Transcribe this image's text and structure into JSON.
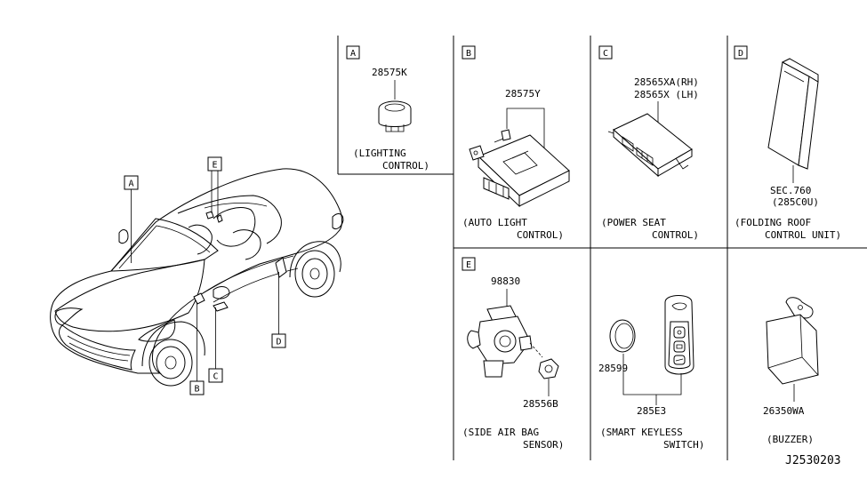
{
  "letters": {
    "a": "A",
    "b": "B",
    "c": "C",
    "d": "D",
    "e": "E"
  },
  "panel_a": {
    "part": "28575K",
    "caption_1": "(LIGHTING",
    "caption_2": "CONTROL)"
  },
  "panel_b": {
    "part": "28575Y",
    "caption_1": "(AUTO LIGHT",
    "caption_2": "CONTROL)"
  },
  "panel_c": {
    "part_1": "28565XA(RH)",
    "part_2": "28565X (LH)",
    "caption_1": "(POWER SEAT",
    "caption_2": "CONTROL)"
  },
  "panel_d": {
    "part_1": "SEC.760",
    "part_2": "(285C0U)",
    "caption_1": "(FOLDING ROOF",
    "caption_2": "CONTROL UNIT)"
  },
  "panel_e": {
    "part_1": "98830",
    "part_2": "28556B",
    "caption_1": "(SIDE AIR BAG",
    "caption_2": "SENSOR)"
  },
  "panel_keyless": {
    "part_1": "28599",
    "part_2": "285E3",
    "caption_1": "(SMART KEYLESS",
    "caption_2": "SWITCH)"
  },
  "panel_buzzer": {
    "part": "26350WA",
    "caption": "(BUZZER)"
  },
  "diagram_code": "J2530203"
}
